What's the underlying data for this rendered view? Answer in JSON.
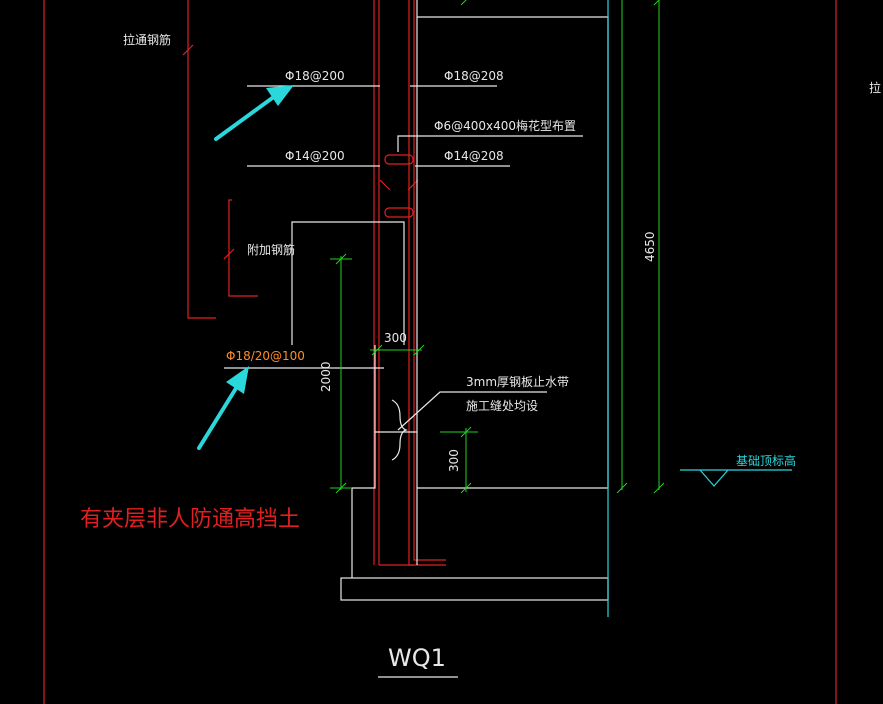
{
  "labels": {
    "tie_bar": "拉通钢筋",
    "bar_d18_200_left": "Φ18@200",
    "bar_d18_200_right": "Φ18@208",
    "tie_spec": "Φ6@400x400梅花型布置",
    "bar_d14_200_left": "Φ14@200",
    "bar_d14_200_right": "Φ14@208",
    "added_bar": "附加钢筋",
    "dim_300_horizontal": "300",
    "bar_d18_20_100": "Φ18/20@100",
    "waterstop_line1": "3mm厚钢板止水带",
    "waterstop_line2": "施工缝处均设",
    "dim_2000": "2000",
    "dim_300_vertical": "300",
    "dim_4650": "4650",
    "foundation_top": "基础顶标高",
    "note": "有夹层非人防通高挡土",
    "wall_title": "WQ1",
    "edge_fragment": "拉"
  },
  "colors": {
    "background": "#000000",
    "red_line": "#e02020",
    "white_line": "#e8e8e8",
    "green_dim": "#22d022",
    "cyan": "#2ad8dc",
    "orange_text": "#ff8c2a",
    "note_text": "#e02020"
  }
}
